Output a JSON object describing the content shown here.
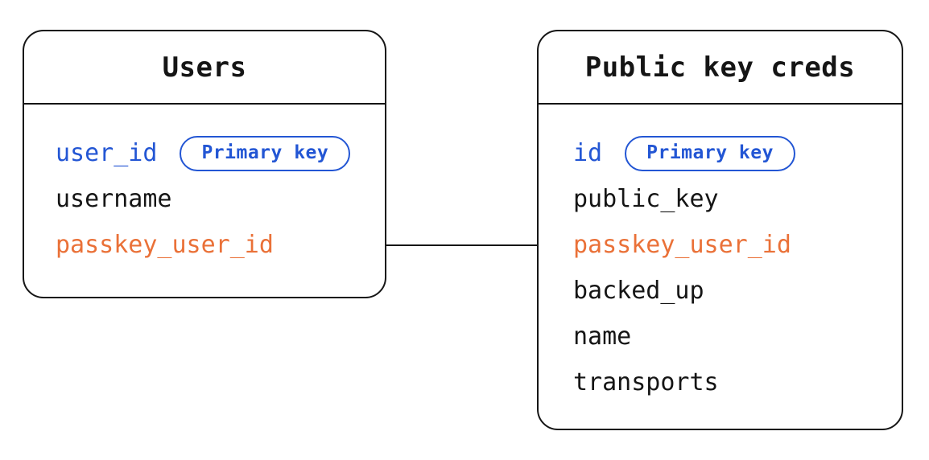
{
  "diagram": {
    "background_color": "#ffffff",
    "ink_color": "#151515",
    "primary_key_color": "#2356d4",
    "foreign_key_color": "#ea7138",
    "tables": [
      {
        "title": "Users",
        "fields": [
          {
            "name": "user_id",
            "color": "blue",
            "badge": "Primary key"
          },
          {
            "name": "username",
            "color": "black"
          },
          {
            "name": "passkey_user_id",
            "color": "orange"
          }
        ]
      },
      {
        "title": "Public key creds",
        "fields": [
          {
            "name": "id",
            "color": "blue",
            "badge": "Primary key"
          },
          {
            "name": "public_key",
            "color": "black"
          },
          {
            "name": "passkey_user_id",
            "color": "orange"
          },
          {
            "name": "backed_up",
            "color": "black"
          },
          {
            "name": "name",
            "color": "black"
          },
          {
            "name": "transports",
            "color": "black"
          }
        ]
      }
    ],
    "relationship": {
      "from": "Users.passkey_user_id",
      "to": "Public key creds.passkey_user_id"
    }
  }
}
